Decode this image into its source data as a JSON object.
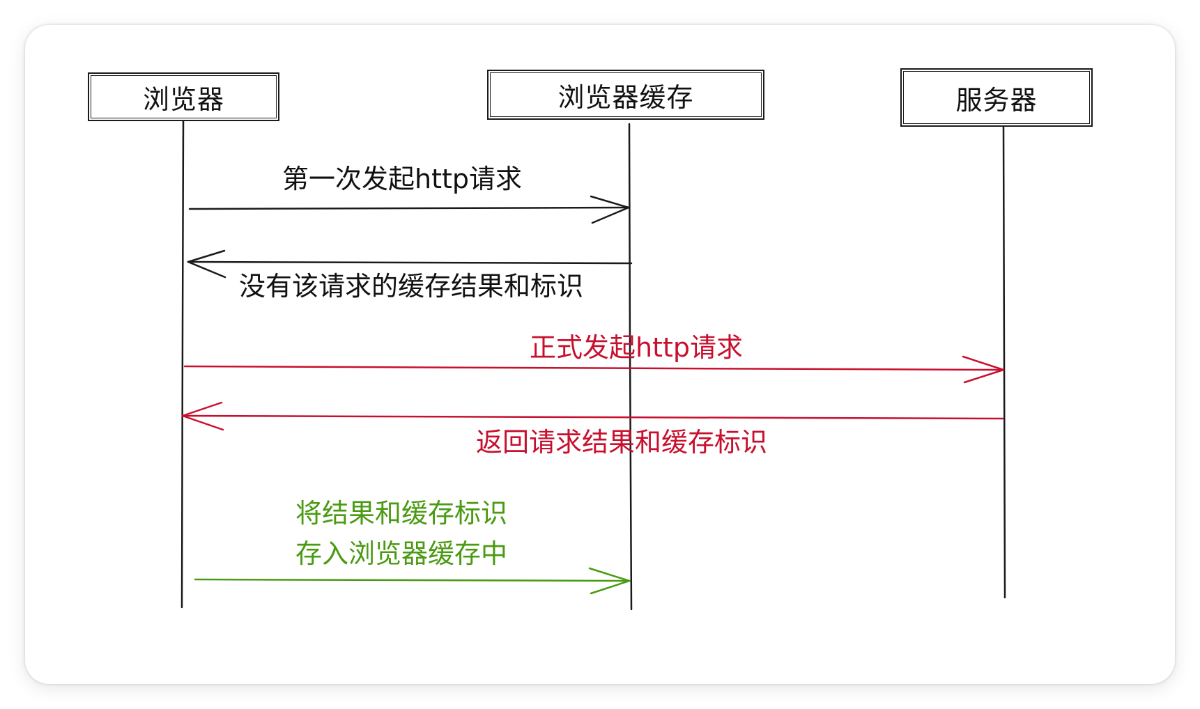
{
  "participants": [
    {
      "label": "浏览器"
    },
    {
      "label": "浏览器缓存"
    },
    {
      "label": "服务器"
    }
  ],
  "messages": [
    {
      "text": "第一次发起http请求",
      "color": "#111111"
    },
    {
      "text": "没有该请求的缓存结果和标识",
      "color": "#111111"
    },
    {
      "text": "正式发起http请求",
      "color": "#c8102e"
    },
    {
      "text": "返回请求结果和缓存标识",
      "color": "#c8102e"
    },
    {
      "line1": "将结果和缓存标识",
      "line2": "存入浏览器缓存中",
      "color": "#4a9a12"
    }
  ]
}
